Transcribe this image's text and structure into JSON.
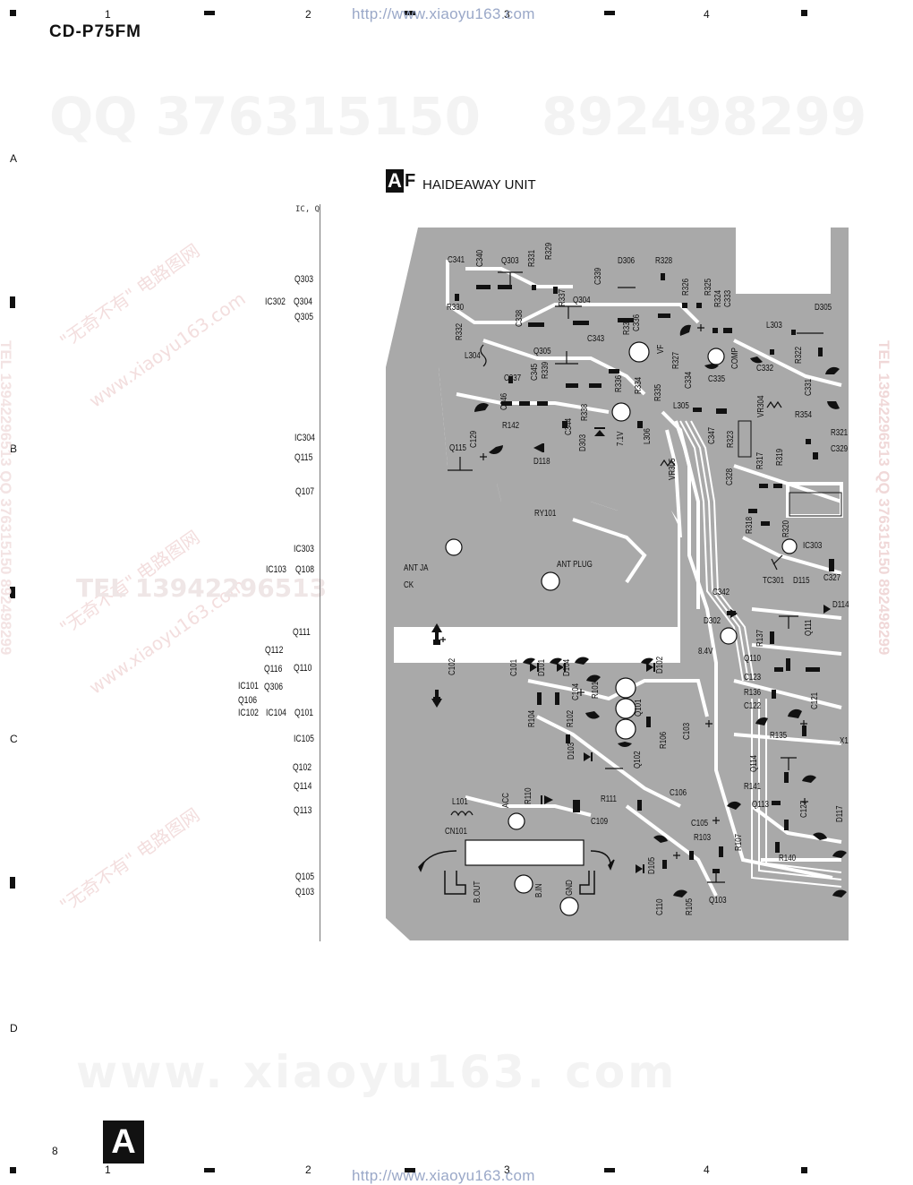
{
  "header": {
    "model": "CD-P75FM",
    "url": "http://www.xiaoyu163.com",
    "page_number": "8",
    "section_letter": "A"
  },
  "grid": {
    "columns": [
      "1",
      "2",
      "3",
      "4"
    ],
    "rows": [
      "A",
      "B",
      "C",
      "D"
    ]
  },
  "watermarks": {
    "qq1": "QQ 376315150",
    "qq2": "892498299",
    "site": "www. xiaoyu163. com",
    "tel": "TEL 13942296513",
    "cn1": "\"无奇不有\" 电路图网",
    "cn2": "www.xiaoyu163.com",
    "side": "TEL 13942296513 QQ 376315150 892498299"
  },
  "unit": {
    "badge_letter": "A",
    "badge_suffix": "F",
    "title": "HAIDEAWAY UNIT"
  },
  "index_header": "IC, Q",
  "component_index": [
    {
      "id": "c1",
      "text": "Q303"
    },
    {
      "id": "c2",
      "text": "IC302"
    },
    {
      "id": "c3",
      "text": "Q304"
    },
    {
      "id": "c4",
      "text": "Q305"
    },
    {
      "id": "c5",
      "text": "IC304"
    },
    {
      "id": "c6",
      "text": "Q115"
    },
    {
      "id": "c7",
      "text": "Q107"
    },
    {
      "id": "c8",
      "text": "IC303"
    },
    {
      "id": "c9",
      "text": "IC103"
    },
    {
      "id": "c10",
      "text": "Q108"
    },
    {
      "id": "c11",
      "text": "Q111"
    },
    {
      "id": "c12",
      "text": "Q112"
    },
    {
      "id": "c13",
      "text": "Q116"
    },
    {
      "id": "c14",
      "text": "Q110"
    },
    {
      "id": "c15",
      "text": "IC101"
    },
    {
      "id": "c16",
      "text": "Q306"
    },
    {
      "id": "c17",
      "text": "Q106"
    },
    {
      "id": "c18",
      "text": "IC102"
    },
    {
      "id": "c19",
      "text": "IC104"
    },
    {
      "id": "c20",
      "text": "Q101"
    },
    {
      "id": "c21",
      "text": "IC105"
    },
    {
      "id": "c22",
      "text": "Q102"
    },
    {
      "id": "c23",
      "text": "Q114"
    },
    {
      "id": "c24",
      "text": "Q113"
    },
    {
      "id": "c25",
      "text": "Q105"
    },
    {
      "id": "c26",
      "text": "Q103"
    }
  ],
  "pcb_labels": [
    {
      "id": "p1",
      "text": "C341"
    },
    {
      "id": "p2",
      "text": "C340"
    },
    {
      "id": "p3",
      "text": "Q303"
    },
    {
      "id": "p4",
      "text": "R331"
    },
    {
      "id": "p5",
      "text": "R329"
    },
    {
      "id": "p6",
      "text": "D306"
    },
    {
      "id": "p7",
      "text": "R328"
    },
    {
      "id": "p8",
      "text": "C339"
    },
    {
      "id": "p9",
      "text": "R326"
    },
    {
      "id": "p10",
      "text": "R325"
    },
    {
      "id": "p11",
      "text": "R324"
    },
    {
      "id": "p12",
      "text": "C333"
    },
    {
      "id": "p13",
      "text": "D305"
    },
    {
      "id": "p14",
      "text": "R330"
    },
    {
      "id": "p15",
      "text": "R337"
    },
    {
      "id": "p16",
      "text": "Q304"
    },
    {
      "id": "p17",
      "text": "R332"
    },
    {
      "id": "p18",
      "text": "C338"
    },
    {
      "id": "p19",
      "text": "R333"
    },
    {
      "id": "p20",
      "text": "C336"
    },
    {
      "id": "p21",
      "text": "L303"
    },
    {
      "id": "p22",
      "text": "C343"
    },
    {
      "id": "p23",
      "text": "L304"
    },
    {
      "id": "p24",
      "text": "Q305"
    },
    {
      "id": "p25",
      "text": "VF"
    },
    {
      "id": "p26",
      "text": "R327"
    },
    {
      "id": "p27",
      "text": "COMP"
    },
    {
      "id": "p28",
      "text": "R322"
    },
    {
      "id": "p29",
      "text": "C337"
    },
    {
      "id": "p30",
      "text": "C345"
    },
    {
      "id": "p31",
      "text": "R339"
    },
    {
      "id": "p32",
      "text": "R336"
    },
    {
      "id": "p33",
      "text": "R334"
    },
    {
      "id": "p34",
      "text": "C334"
    },
    {
      "id": "p35",
      "text": "C335"
    },
    {
      "id": "p36",
      "text": "C332"
    },
    {
      "id": "p37",
      "text": "C331"
    },
    {
      "id": "p38",
      "text": "C346"
    },
    {
      "id": "p39",
      "text": "R335"
    },
    {
      "id": "p40",
      "text": "L305"
    },
    {
      "id": "p41",
      "text": "VR304"
    },
    {
      "id": "p42",
      "text": "R354"
    },
    {
      "id": "p43",
      "text": "R338"
    },
    {
      "id": "p44",
      "text": "R142"
    },
    {
      "id": "p45",
      "text": "C344"
    },
    {
      "id": "p46",
      "text": "7.1V"
    },
    {
      "id": "p47",
      "text": "L306"
    },
    {
      "id": "p48",
      "text": "C347"
    },
    {
      "id": "p49",
      "text": "R323"
    },
    {
      "id": "p50",
      "text": "R321"
    },
    {
      "id": "p51",
      "text": "C129"
    },
    {
      "id": "p52",
      "text": "D303"
    },
    {
      "id": "p53",
      "text": "Q115"
    },
    {
      "id": "p54",
      "text": "D118"
    },
    {
      "id": "p55",
      "text": "VR305"
    },
    {
      "id": "p56",
      "text": "R317"
    },
    {
      "id": "p57",
      "text": "R319"
    },
    {
      "id": "p58",
      "text": "C329"
    },
    {
      "id": "p59",
      "text": "C328"
    },
    {
      "id": "p60",
      "text": "RY101"
    },
    {
      "id": "p61",
      "text": "R318"
    },
    {
      "id": "p62",
      "text": "R320"
    },
    {
      "id": "p63",
      "text": "IC303"
    },
    {
      "id": "p64",
      "text": "ANT JA"
    },
    {
      "id": "p65",
      "text": "CK"
    },
    {
      "id": "p66",
      "text": "ANT PLUG"
    },
    {
      "id": "p67",
      "text": "TC301"
    },
    {
      "id": "p68",
      "text": "D115"
    },
    {
      "id": "p69",
      "text": "C327"
    },
    {
      "id": "p70",
      "text": "C342"
    },
    {
      "id": "p71",
      "text": "D114"
    },
    {
      "id": "p72",
      "text": "D302"
    },
    {
      "id": "p73",
      "text": "R137"
    },
    {
      "id": "p74",
      "text": "Q111"
    },
    {
      "id": "p75",
      "text": "8.4V"
    },
    {
      "id": "p76",
      "text": "Q110"
    },
    {
      "id": "p77",
      "text": "C102"
    },
    {
      "id": "p78",
      "text": "C101"
    },
    {
      "id": "p79",
      "text": "D101"
    },
    {
      "id": "p80",
      "text": "D104"
    },
    {
      "id": "p81",
      "text": "D102"
    },
    {
      "id": "p82",
      "text": "C123"
    },
    {
      "id": "p83",
      "text": "C104"
    },
    {
      "id": "p84",
      "text": "R101"
    },
    {
      "id": "p85",
      "text": "R136"
    },
    {
      "id": "p86",
      "text": "C122"
    },
    {
      "id": "p87",
      "text": "C121"
    },
    {
      "id": "p88",
      "text": "R104"
    },
    {
      "id": "p89",
      "text": "R102"
    },
    {
      "id": "p90",
      "text": "Q101"
    },
    {
      "id": "p91",
      "text": "C103"
    },
    {
      "id": "p92",
      "text": "R135"
    },
    {
      "id": "p93",
      "text": "X1"
    },
    {
      "id": "p94",
      "text": "R106"
    },
    {
      "id": "p95",
      "text": "D103"
    },
    {
      "id": "p96",
      "text": "Q102"
    },
    {
      "id": "p97",
      "text": "Q114"
    },
    {
      "id": "p98",
      "text": "R141"
    },
    {
      "id": "p99",
      "text": "L101"
    },
    {
      "id": "p100",
      "text": "ACC"
    },
    {
      "id": "p101",
      "text": "R110"
    },
    {
      "id": "p102",
      "text": "R111"
    },
    {
      "id": "p103",
      "text": "C106"
    },
    {
      "id": "p104",
      "text": "Q113"
    },
    {
      "id": "p105",
      "text": "C127"
    },
    {
      "id": "p106",
      "text": "D117"
    },
    {
      "id": "p107",
      "text": "CN101"
    },
    {
      "id": "p108",
      "text": "C109"
    },
    {
      "id": "p109",
      "text": "C105"
    },
    {
      "id": "p110",
      "text": "R103"
    },
    {
      "id": "p111",
      "text": "R107"
    },
    {
      "id": "p112",
      "text": "D105"
    },
    {
      "id": "p113",
      "text": "R140"
    },
    {
      "id": "p114",
      "text": "B.OUT"
    },
    {
      "id": "p115",
      "text": "B.IN"
    },
    {
      "id": "p116",
      "text": "GND"
    },
    {
      "id": "p117",
      "text": "C110"
    },
    {
      "id": "p118",
      "text": "R105"
    },
    {
      "id": "p119",
      "text": "Q103"
    }
  ]
}
